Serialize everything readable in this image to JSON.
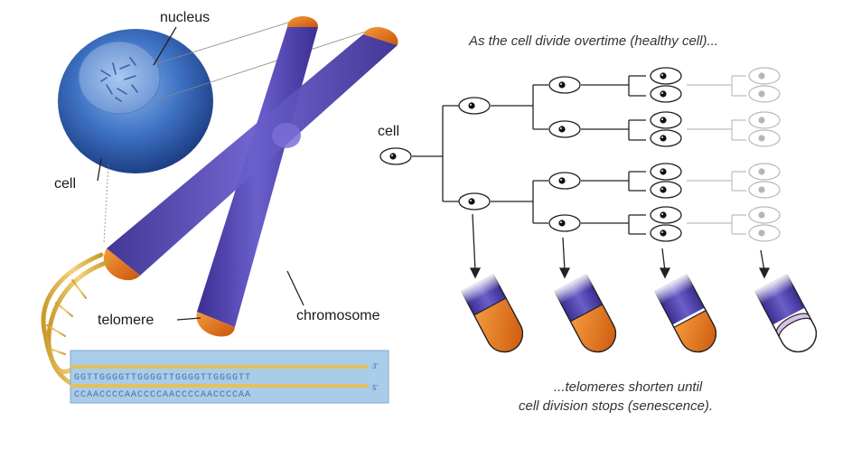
{
  "labels": {
    "nucleus": "nucleus",
    "cell_left": "cell",
    "telomere": "telomere",
    "chromosome": "chromosome",
    "cell_tree": "cell"
  },
  "captions": {
    "top": "As the cell divide overtime (healthy cell)...",
    "bottom_line1": "...telomeres shorten until",
    "bottom_line2": "cell division stops (senescence)."
  },
  "dna": {
    "top_strand": "GGTTGGGGTTGGGGTTGGGGTTGGGGTT",
    "bottom_strand": "CCAACCCCAACCCCAACCCCAACCCCAA",
    "top_end": "3'",
    "bottom_end": "5'"
  },
  "telomere_stages": [
    1.0,
    0.72,
    0.45,
    0.12
  ],
  "colors": {
    "chromosome": "#5a4fb5",
    "telomere": "#e8741a",
    "dna_band": "#a9cce8",
    "cell_blue": "#2d62b8"
  }
}
